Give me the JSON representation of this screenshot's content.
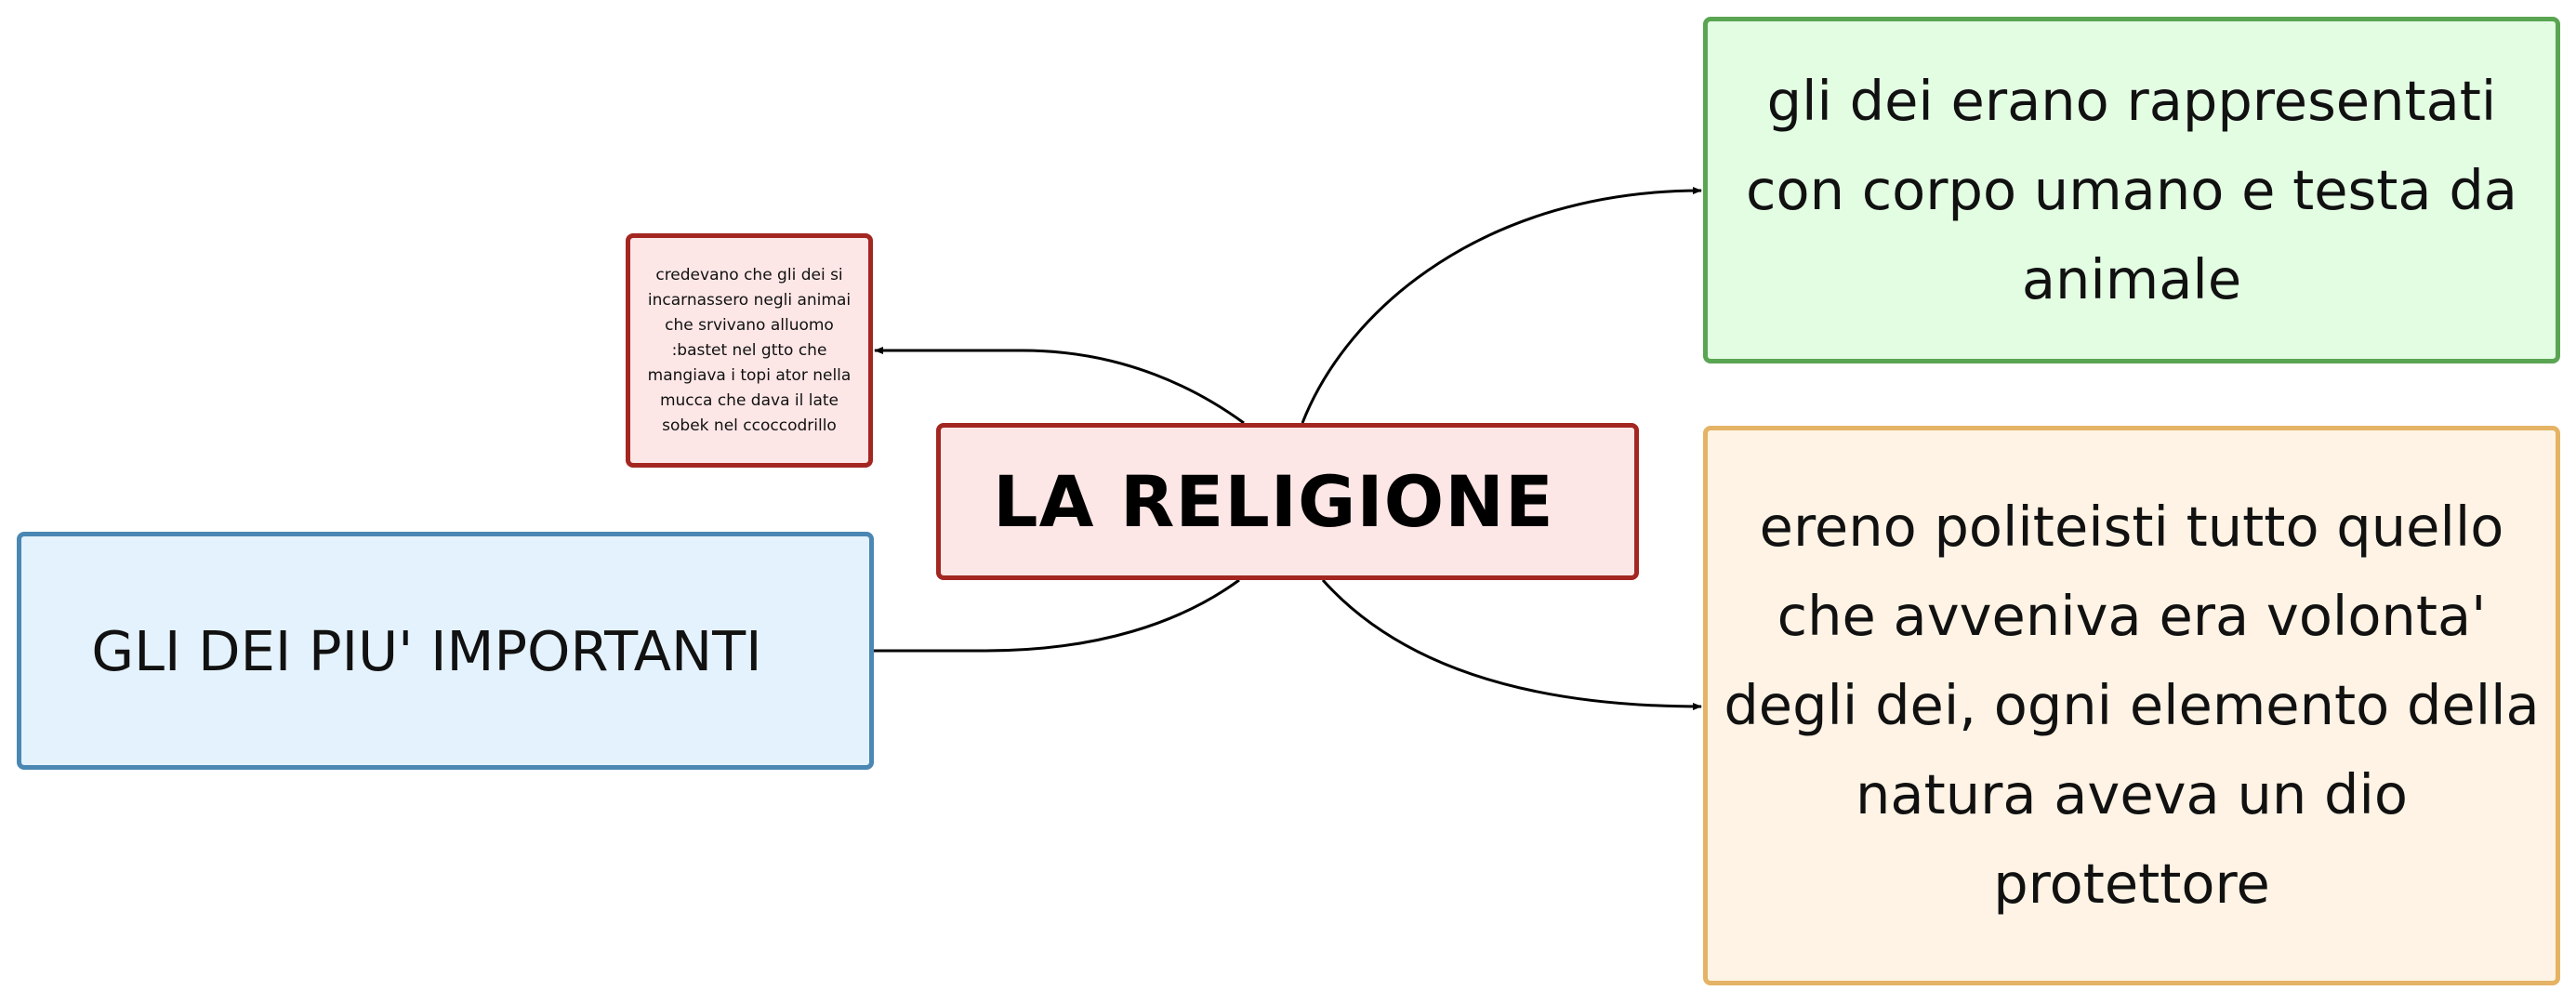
{
  "diagram": {
    "type": "mind-map",
    "center": {
      "label": "LA RELIGIONE"
    },
    "branches": [
      {
        "id": "incarnazione",
        "text": "credevano che gli dei si\nincarnassero negli animai\nche srvivano alluomo\n:bastet nel gtto che\nmangiava i topi ator  nella\nmucca che dava il late\nsobek nel ccoccodrillo"
      },
      {
        "id": "dei-importanti",
        "text": "GLI DEI PIU' IMPORTANTI"
      },
      {
        "id": "rappresentazione",
        "text": "gli dei erano rappresentati con corpo umano e testa da animale"
      },
      {
        "id": "politeismo",
        "text": "ereno politeisti tutto quello che avveniva era volonta' degli dei, ogni elemento della natura aveva un dio protettore"
      }
    ],
    "colors": {
      "center_border": "#a32620",
      "center_fill": "#fde6e6",
      "blue_border": "#4a87b3",
      "blue_fill": "#e4f2fd",
      "green_border": "#5aa552",
      "green_fill": "#e3fde3",
      "orange_border": "#e5b365",
      "orange_fill": "#fef3e4",
      "connector": "#000000"
    }
  }
}
